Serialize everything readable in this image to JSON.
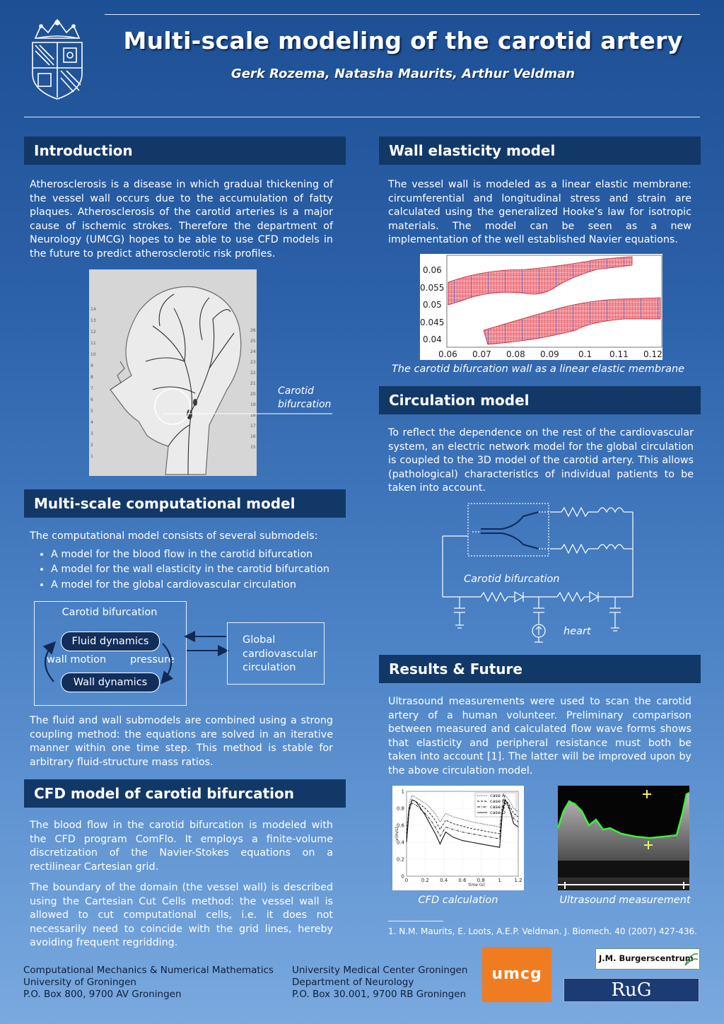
{
  "header": {
    "title": "Multi-scale modeling of the carotid artery",
    "authors": "Gerk Rozema, Natasha Maurits, Arthur Veldman"
  },
  "intro": {
    "heading": "Introduction",
    "text": "Atherosclerosis is a disease in which gradual thickening of the vessel wall occurs due to the accumulation of fatty plaques. Atherosclerosis of the carotid arteries is a major cause of ischemic strokes. Therefore the department of Neurology (UMCG) hopes to be able to use CFD models in the future to predict atherosclerotic risk profiles.",
    "figure_label": "Carotid bifurcation",
    "scale_left": [
      "14",
      "13",
      "12",
      "11",
      "10",
      "9",
      "8",
      "7",
      "6",
      "5",
      "4",
      "3",
      "2",
      "1"
    ],
    "scale_right": [
      "26",
      "25",
      "24",
      "23",
      "22",
      "21",
      "20",
      "19",
      "18",
      "17",
      "16",
      "15"
    ]
  },
  "multiscale": {
    "heading": "Multi-scale computational model",
    "lead": "The computational model consists of several submodels:",
    "bullets": [
      "A model for the blood flow in the carotid bifurcation",
      "A model for the wall elasticity in the carotid bifurcation",
      "A model for the global cardiovascular circulation"
    ],
    "diagram": {
      "box_title": "Carotid bifurcation",
      "fluid": "Fluid dynamics",
      "wall": "Wall dynamics",
      "left_label": "wall motion",
      "right_label": "pressure",
      "global": "Global cardiovascular circulation"
    },
    "text": "The fluid and wall submodels are combined using a strong coupling method: the equations are solved in an iterative manner within one time step. This method is stable for arbitrary fluid-structure mass ratios."
  },
  "cfd": {
    "heading": "CFD model of carotid bifurcation",
    "text1": "The blood flow in the carotid bifurcation is modeled with the CFD program ComFlo. It employs a finite-volume discretization of the Navier-Stokes equations on a rectilinear Cartesian grid.",
    "text2": "The boundary of the domain (the vessel wall) is described using the Cartesian Cut Cells method: the vessel wall is allowed to cut computational cells, i.e. it does not necessarily need to coincide with the grid lines, hereby avoiding frequent regridding."
  },
  "wall": {
    "heading": "Wall elasticity model",
    "text": "The vessel  wall is modeled as a linear elastic membrane: circumferential and longitudinal stress and strain are calculated using the generalized Hooke’s law for isotropic materials. The model can be seen as a new implementation of the well established Navier equations.",
    "y_ticks": [
      "0.06",
      "0.055",
      "0.05",
      "0.045",
      "0.04"
    ],
    "x_ticks": [
      "0.06",
      "0.07",
      "0.08",
      "0.09",
      "0.1",
      "0.11",
      "0.12"
    ],
    "caption": "The carotid bifurcation wall as a linear elastic membrane"
  },
  "circulation": {
    "heading": "Circulation model",
    "text": "To reflect the dependence on the rest of the cardiovascular system, an electric network model for the global circulation is coupled to the 3D model of the carotid artery. This allows (pathological) characteristics of individual patients to be taken into account.",
    "bifurcation_label": "Carotid bifurcation",
    "heart_label": "heart"
  },
  "results": {
    "heading": "Results & Future",
    "text": "Ultrasound measurements were used to scan the carotid artery of a human volunteer. Preliminary comparison between measured and calculated flow wave forms shows that elasticity and peripheral resistance must both be taken into account [1]. The latter will be improved upon by the above circulation model.",
    "cfd_caption": "CFD calculation",
    "us_caption": "Ultrasound measurement",
    "reference": "1. N.M. Maurits, E. Loots, A.E.P. Veldman. J. Biomech. 40 (2007) 427-436."
  },
  "chart_data": {
    "type": "line",
    "title": "",
    "xlabel": "time (s)",
    "ylabel": "v(m/s)",
    "xlim": [
      0,
      1.2
    ],
    "ylim": [
      0,
      1
    ],
    "x_ticks": [
      "0",
      "0.2",
      "0.4",
      "0.6",
      "0.8",
      "1",
      "1.2"
    ],
    "y_ticks": [
      "0",
      "0.2",
      "0.4",
      "0.6",
      "0.8",
      "1"
    ],
    "legend_position": "top-right",
    "x": [
      0,
      0.03,
      0.06,
      0.1,
      0.14,
      0.2,
      0.26,
      0.32,
      0.36,
      0.42,
      0.5,
      0.6,
      0.7,
      0.8,
      0.9,
      1.0,
      1.03,
      1.06,
      1.1,
      1.15,
      1.2
    ],
    "series": [
      {
        "name": "case A",
        "style": "dotted",
        "values": [
          0.55,
          0.86,
          0.95,
          0.93,
          0.9,
          0.86,
          0.8,
          0.72,
          0.64,
          0.74,
          0.7,
          0.67,
          0.64,
          0.62,
          0.6,
          0.58,
          0.86,
          0.95,
          0.9,
          0.8,
          0.76
        ]
      },
      {
        "name": "case B",
        "style": "dashed",
        "values": [
          0.5,
          0.82,
          0.9,
          0.88,
          0.85,
          0.8,
          0.73,
          0.64,
          0.55,
          0.66,
          0.62,
          0.59,
          0.56,
          0.54,
          0.52,
          0.5,
          0.8,
          0.9,
          0.85,
          0.74,
          0.7
        ]
      },
      {
        "name": "case C",
        "style": "dash-dot",
        "values": [
          0.45,
          0.78,
          0.86,
          0.84,
          0.8,
          0.74,
          0.66,
          0.56,
          0.47,
          0.58,
          0.55,
          0.52,
          0.5,
          0.48,
          0.46,
          0.44,
          0.75,
          0.86,
          0.8,
          0.68,
          0.64
        ]
      },
      {
        "name": "case D",
        "style": "solid",
        "values": [
          0.4,
          0.8,
          0.9,
          0.88,
          0.82,
          0.72,
          0.6,
          0.48,
          0.38,
          0.52,
          0.46,
          0.42,
          0.4,
          0.38,
          0.36,
          0.34,
          0.76,
          0.9,
          0.82,
          0.62,
          0.58
        ]
      }
    ]
  },
  "footer": {
    "left": [
      "Computational Mechanics & Numerical Mathematics",
      "University of Groningen",
      "P.O. Box 800,  9700 AV Groningen"
    ],
    "middle": [
      "University Medical Center Groningen",
      "Department of Neurology",
      "P.O. Box 30.001, 9700 RB Groningen"
    ],
    "umcg_logo": "umcg",
    "burgers_logo": "J.M. Burgerscentrum",
    "rug_logo": "RuG"
  },
  "colors": {
    "section_header": "#123867",
    "membrane": "#e03040",
    "mesh": "#3a49c9",
    "ultrasound_trace": "#3cf03c"
  }
}
